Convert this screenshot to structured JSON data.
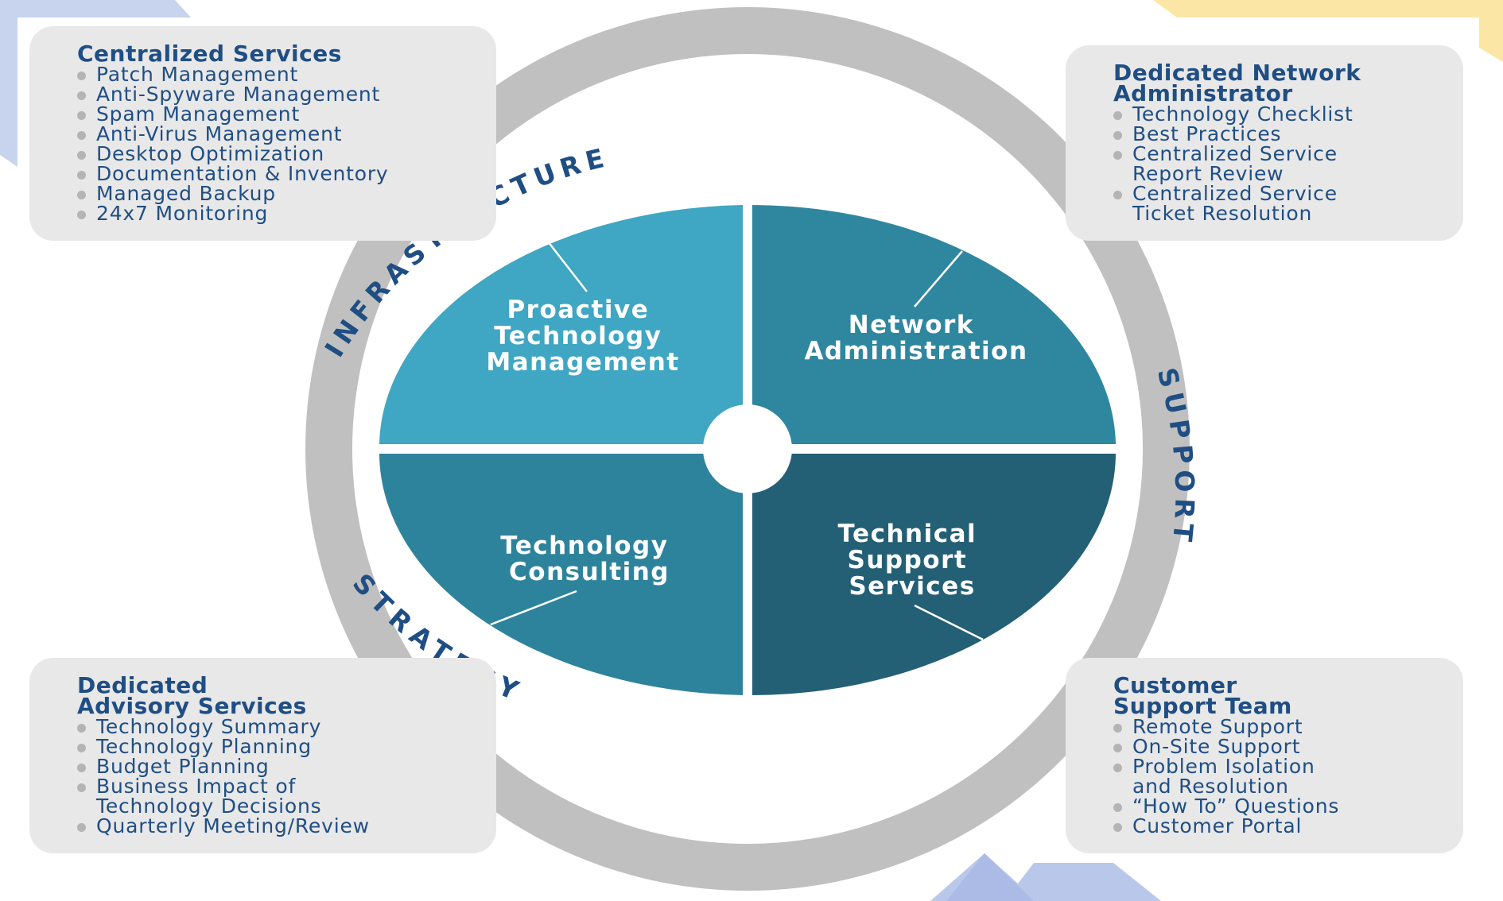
{
  "colors": {
    "ring": "#c0c0c0",
    "quadrant_top_left": "#3fa6c3",
    "quadrant_top_right": "#2f869f",
    "quadrant_bottom_left": "#2e839c",
    "quadrant_bottom_right": "#235f75",
    "title_text": "#1f4e84",
    "box_background": "#e8e8e8"
  },
  "ring_labels": {
    "infrastructure": "INFRASTRUCTURE",
    "support": "SUPPORT",
    "strategy": "STRATEGY"
  },
  "quadrants": {
    "top_left": [
      "Proactive",
      "Technology",
      "Management"
    ],
    "top_right": [
      "Network",
      "Administration"
    ],
    "bottom_left": [
      "Technology",
      "Consulting"
    ],
    "bottom_right": [
      "Technical",
      "Support",
      "Services"
    ]
  },
  "boxes": {
    "centralized": {
      "title": [
        "Centralized Services"
      ],
      "items": [
        [
          "Patch Management"
        ],
        [
          "Anti-Spyware Management"
        ],
        [
          "Spam Management"
        ],
        [
          "Anti-Virus Management"
        ],
        [
          "Desktop Optimization"
        ],
        [
          "Documentation & Inventory"
        ],
        [
          "Managed Backup"
        ],
        [
          "24x7 Monitoring"
        ]
      ]
    },
    "network_admin": {
      "title": [
        "Dedicated Network",
        "Administrator"
      ],
      "items": [
        [
          "Technology Checklist"
        ],
        [
          "Best Practices"
        ],
        [
          "Centralized Service",
          "Report Review"
        ],
        [
          "Centralized Service",
          "Ticket Resolution"
        ]
      ]
    },
    "advisory": {
      "title": [
        "Dedicated",
        "Advisory Services"
      ],
      "items": [
        [
          "Technology Summary"
        ],
        [
          "Technology Planning"
        ],
        [
          "Budget Planning"
        ],
        [
          "Business Impact of",
          "Technology Decisions"
        ],
        [
          "Quarterly Meeting/Review"
        ]
      ]
    },
    "customer_support": {
      "title": [
        "Customer",
        "Support Team"
      ],
      "items": [
        [
          "Remote Support"
        ],
        [
          "On-Site Support"
        ],
        [
          "Problem Isolation",
          "and Resolution"
        ],
        [
          "“How To” Questions"
        ],
        [
          "Customer Portal"
        ]
      ]
    }
  }
}
